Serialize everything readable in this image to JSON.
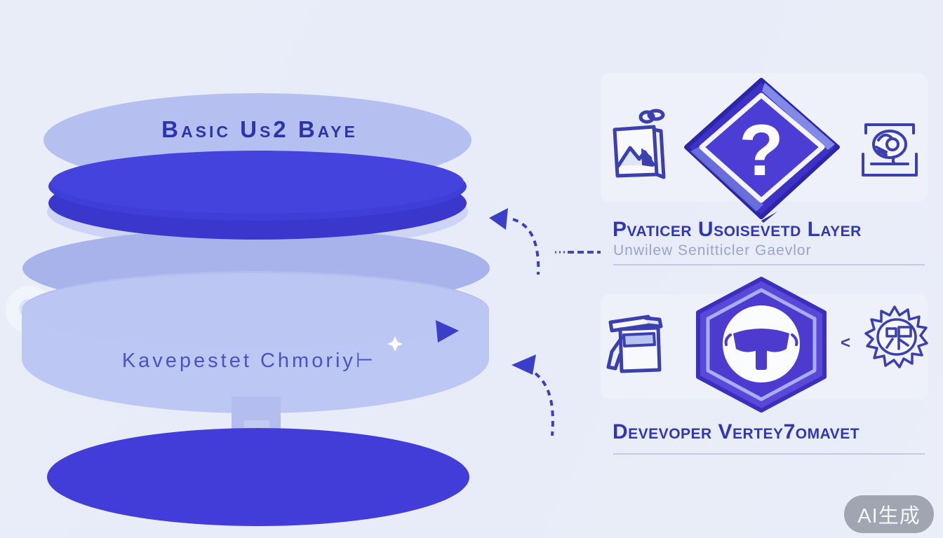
{
  "stack": {
    "top_label": "Basic Us2 Baye",
    "middle_label": "Kavepestet Chmoriy⊢",
    "colors": {
      "top_ellipse": "#b5c0f0",
      "blue_disc": "#3e3ed9",
      "light_cylinder": "#bdc7f3",
      "bottom_ellipse": "#423cd8"
    }
  },
  "arrows": {
    "color": "#3a3ec8",
    "style": "dashed"
  },
  "cards": [
    {
      "title": "Pvaticer Usoisevetd Layer",
      "subtitle": "Unwilew Senitticler Gaevlor",
      "badge_glyph": "?",
      "icons": [
        "image-icon",
        "question-diamond-badge",
        "brain-icon"
      ]
    },
    {
      "title": "Devevoper Vertey7omavet",
      "subtitle": "",
      "prefix_mark": "<",
      "icons": [
        "printer-icon",
        "goggles-hexagon-badge",
        "sunburst-badge-icon"
      ]
    }
  ],
  "watermark": {
    "label": "AI生成"
  },
  "colors": {
    "background": "#e8ecf8",
    "card": "#eef1fa",
    "heading": "#3136b6",
    "subtitle": "#99a3d3",
    "accent": "#3a3ec8",
    "badge_fill": "#4c3ed4",
    "watermark_bg": "#989eaa"
  }
}
